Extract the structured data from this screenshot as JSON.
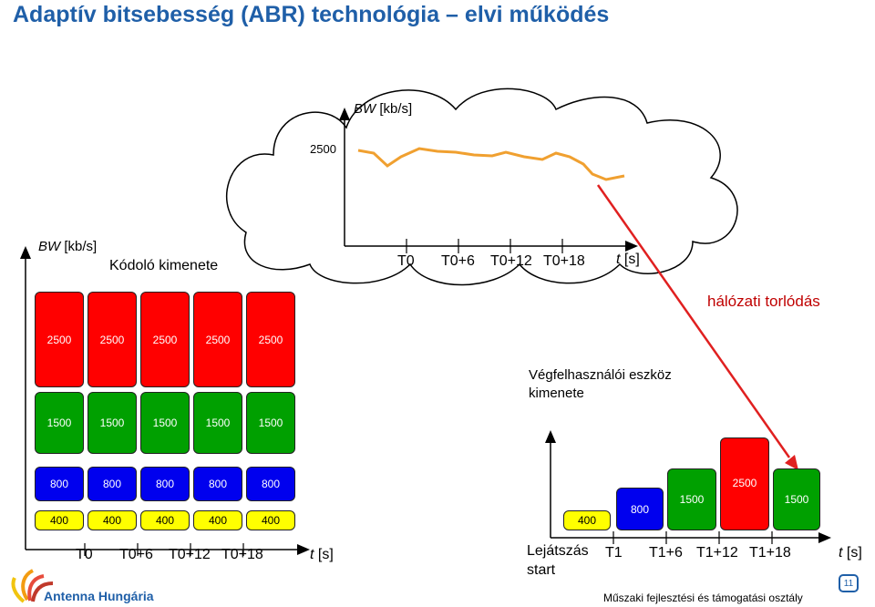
{
  "title": "Adaptív bitsebesség (ABR) technológia – elvi működés",
  "cloud": {
    "y_axis_label_italic": "BW",
    "y_axis_label_unit": " [kb/s]",
    "value_label": "2500",
    "x_ticks": [
      "T0",
      "T0+6",
      "T0+12",
      "T0+18"
    ],
    "x_axis_label_italic": "t",
    "x_axis_label_unit": " [s]",
    "line_color": "#f0a030"
  },
  "encoder": {
    "y_axis_label_italic": "BW",
    "y_axis_label_unit": " [kb/s]",
    "title": "Kódoló kimenete",
    "rows": [
      {
        "color": "red",
        "values": [
          "2500",
          "2500",
          "2500",
          "2500",
          "2500"
        ]
      },
      {
        "color": "green",
        "values": [
          "1500",
          "1500",
          "1500",
          "1500",
          "1500"
        ]
      },
      {
        "color": "blue",
        "values": [
          "800",
          "800",
          "800",
          "800",
          "800"
        ]
      },
      {
        "color": "yellow",
        "values": [
          "400",
          "400",
          "400",
          "400",
          "400"
        ]
      }
    ],
    "x_ticks": [
      "T0",
      "T0+6",
      "T0+12",
      "T0+18"
    ],
    "x_axis_label_italic": "t",
    "x_axis_label_unit": " [s]"
  },
  "congestion_label": "hálózati torlódás",
  "arrow_color": "#e02020",
  "player": {
    "title_line1": "Végfelhasználói eszköz",
    "title_line2": "kimenete",
    "segments": [
      {
        "color": "yellow",
        "value": "400"
      },
      {
        "color": "blue",
        "value": "800"
      },
      {
        "color": "green",
        "value": "1500"
      },
      {
        "color": "red",
        "value": "2500"
      },
      {
        "color": "green",
        "value": "1500"
      }
    ],
    "playback_start_line1": "Lejátszás",
    "playback_start_line2": "start",
    "x_ticks": [
      "T1",
      "T1+6",
      "T1+12",
      "T1+18"
    ],
    "x_axis_label_italic": "t",
    "x_axis_label_unit": " [s]"
  },
  "footer": {
    "logo_text": "Antenna Hungária",
    "department": "Műszaki fejlesztési és támogatási osztály",
    "page_number": "11"
  }
}
